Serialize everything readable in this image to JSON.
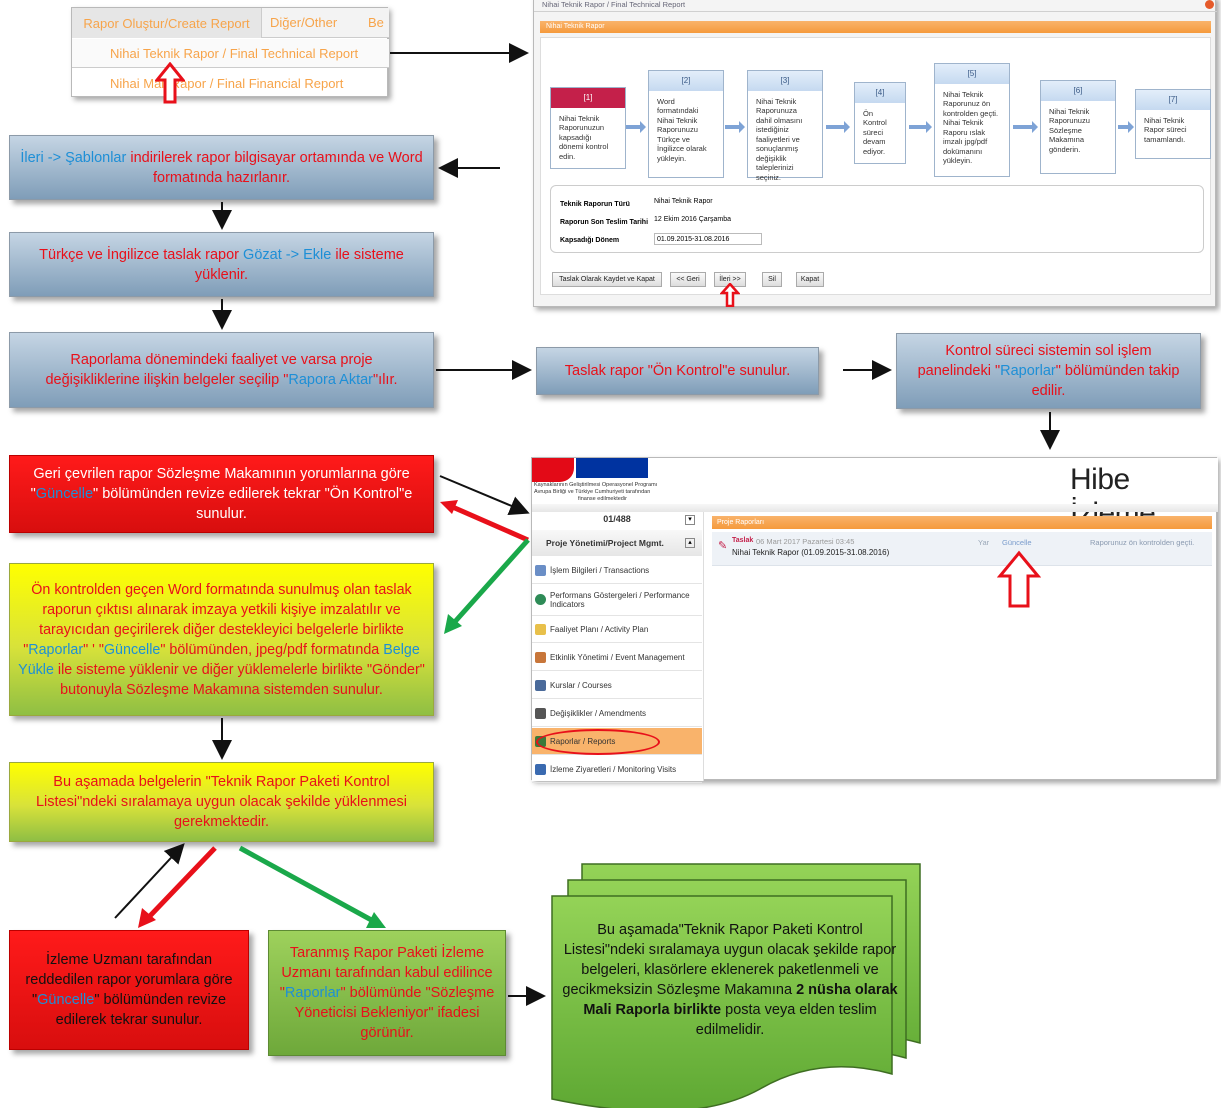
{
  "menu": {
    "tab_create": "Rapor Oluştur/Create Report",
    "tab_other": "Diğer/Other",
    "tab_be": "Be",
    "item_technical": "Nihai Teknik Rapor / Final Technical Report",
    "item_financial": "Nihai Mali Rapor / Final Financial Report"
  },
  "report_window": {
    "title": "Nihai Teknik Rapor / Final Technical Report",
    "panel_title": "Nihai Teknik Rapor",
    "steps": [
      {
        "num": "[1]",
        "text": "Nihai Teknik Raporunuzun kapsadığı dönemi kontrol edin."
      },
      {
        "num": "[2]",
        "text": "Word formatındaki Nihai Teknik Raporunuzu Türkçe ve İngilizce olarak yükleyin."
      },
      {
        "num": "[3]",
        "text": "Nihai Teknik Raporunuza dahil olmasını istediğiniz faaliyetleri ve sonuçlanmış değişiklik taleplerinizi seçiniz."
      },
      {
        "num": "[4]",
        "text": "Ön Kontrol süreci devam ediyor."
      },
      {
        "num": "[5]",
        "text": "Nihai Teknik Raporunuz ön kontrolden geçti. Nihai Teknik Raporu ıslak imzalı jpg/pdf dokümanını yükleyin."
      },
      {
        "num": "[6]",
        "text": "Nihai Teknik Raporunuzu Sözleşme Makamına gönderin."
      },
      {
        "num": "[7]",
        "text": "Nihai Teknik Rapor süreci tamamlandı."
      }
    ],
    "field_type_label": "Teknik Raporun Türü",
    "field_type_value": "Nihai Teknik Rapor",
    "field_deadline_label": "Raporun Son Teslim Tarihi",
    "field_deadline_value": "12 Ekim 2016 Çarşamba",
    "field_period_label": "Kapsadığı Dönem",
    "field_period_value": "01.09.2015-31.08.2016",
    "btn_save_draft": "Taslak Olarak Kaydet ve Kapat",
    "btn_back": "<< Geri",
    "btn_next": "İleri >>",
    "btn_delete": "Sil",
    "btn_close": "Kapat"
  },
  "flow": {
    "box1_a": "İleri -> ",
    "box1_b": "Şablonlar",
    "box1_c": " indirilerek rapor bilgisayar ortamında ve Word formatında hazırlanır.",
    "box2_a": "Türkçe ve İngilizce taslak rapor ",
    "box2_b": "Gözat",
    "box2_c": " -> ",
    "box2_d": "Ekle",
    "box2_e": " ile sisteme yüklenir.",
    "box3_a": "Raporlama dönemindeki faaliyet ve varsa proje değişikliklerine ilişkin belgeler seçilip \"",
    "box3_b": "Rapora Aktar",
    "box3_c": "\"ılır.",
    "box4": "Taslak rapor \"Ön Kontrol\"e sunulur.",
    "box5_a": "Kontrol süreci sistemin sol işlem panelindeki \"",
    "box5_b": "Raporlar",
    "box5_c": "\" bölümünden takip edilir.",
    "box6_a": "Geri çevrilen rapor Sözleşme Makamının yorumlarına göre \"",
    "box6_b": "Güncelle",
    "box6_c": "\" bölümünden revize edilerek tekrar \"Ön Kontrol\"e sunulur.",
    "box7_a": "Ön kontrolden geçen Word formatında sunulmuş olan taslak raporun çıktısı alınarak imzaya yetkili kişiye imzalatılır ve tarayıcıdan geçirilerek diğer destekleyici belgelerle birlikte  \"",
    "box7_b": "Raporlar",
    "box7_c": "\" ' \"",
    "box7_d": "Güncelle",
    "box7_e": "\" bölümünden, jpeg/pdf formatında ",
    "box7_f": "Belge Yükle",
    "box7_g": "   ile sisteme yüklenir ve diğer yüklemelerle birlikte \"Gönder\" butonuyla Sözleşme Makamına sistemden sunulur.",
    "box8": "Bu aşamada belgelerin \"Teknik Rapor Paketi Kontrol Listesi\"ndeki sıralamaya uygun olacak şekilde yüklenmesi gerekmektedir.",
    "box9_a": "İzleme Uzmanı tarafından reddedilen rapor yorumlara göre \"",
    "box9_b": "Güncelle",
    "box9_c": "\" bölümünden revize edilerek tekrar sunulur.",
    "box10_a": "Taranmış Rapor Paketi İzleme Uzmanı tarafından kabul edilince \"",
    "box10_b": "Raporlar",
    "box10_c": "\" bölümünde \"Sözleşme Yöneticisi Bekleniyor\" ifadesi görünür.",
    "box11_a": "Bu aşamada\"Teknik Rapor Paketi Kontrol Listesi\"ndeki sıralamaya uygun olacak şekilde rapor belgeleri, klasörlere eklenerek paketlenmeli ve gecikmeksizin Sözleşme Makamına ",
    "box11_b": "2 nüsha olarak Mali Raporla birlikte",
    "box11_c": " posta veya elden teslim edilmelidir."
  },
  "monitor": {
    "brand": "Hibe İzleme",
    "logo_line1": "Kaynaklarının Geliştirilmesi Operasyonel Programı",
    "logo_line2": "Avrupa Birliği ve Türkiye Cumhuriyeti tarafından",
    "logo_line3": "finanse edilmektedir",
    "project_select": "01/488",
    "nav_header": "Proje Yönetimi/Project Mgmt.",
    "nav_items": [
      "İşlem Bilgileri / Transactions",
      "Performans Göstergeleri / Performance Indicators",
      "Faaliyet Planı / Activity Plan",
      "Etkinlik Yönetimi / Event Management",
      "Kurslar / Courses",
      "Değişiklikler / Amendments",
      "Raporlar / Reports",
      "İzleme Ziyaretleri / Monitoring Visits"
    ],
    "panel_title": "Proje Raporları",
    "row_status": "Taslak",
    "row_date": "06 Mart 2017 Pazartesi 03:45",
    "row_title": "Nihai Teknik Rapor (01.09.2015-31.08.2016)",
    "row_view": "Yar",
    "row_update": "Güncelle",
    "row_result": "Raporunuz ön kontrolden geçti."
  },
  "colors": {
    "red": "#e8101a",
    "blue": "#1e8fd6",
    "orange": "#f7a44a"
  }
}
